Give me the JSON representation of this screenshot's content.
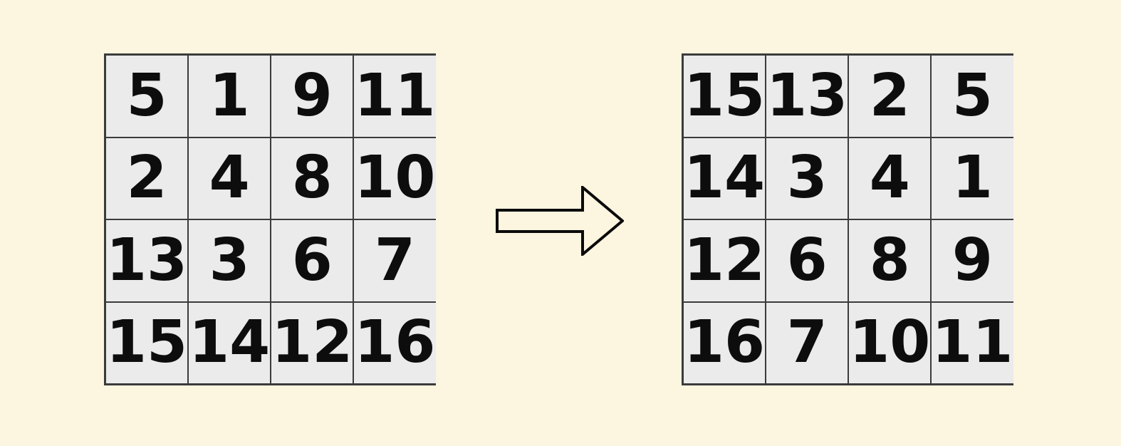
{
  "diagram": {
    "description_label": "4x4 number grid before and after transformation",
    "colors": {
      "background": "#FCF5E0",
      "cell_fill": "#EBEBEB",
      "grid_line": "#3B3B3B",
      "digit": "#0D0D0D",
      "arrow_stroke": "#0A0A0A"
    },
    "left_grid": {
      "rows": [
        [
          "5",
          "1",
          "9",
          "11"
        ],
        [
          "2",
          "4",
          "8",
          "10"
        ],
        [
          "13",
          "3",
          "6",
          "7"
        ],
        [
          "15",
          "14",
          "12",
          "16"
        ]
      ]
    },
    "right_grid": {
      "rows": [
        [
          "15",
          "13",
          "2",
          "5"
        ],
        [
          "14",
          "3",
          "4",
          "1"
        ],
        [
          "12",
          "6",
          "8",
          "9"
        ],
        [
          "16",
          "7",
          "10",
          "11"
        ]
      ]
    },
    "arrow": {
      "icon": "right-arrow-icon",
      "direction": "right"
    }
  }
}
